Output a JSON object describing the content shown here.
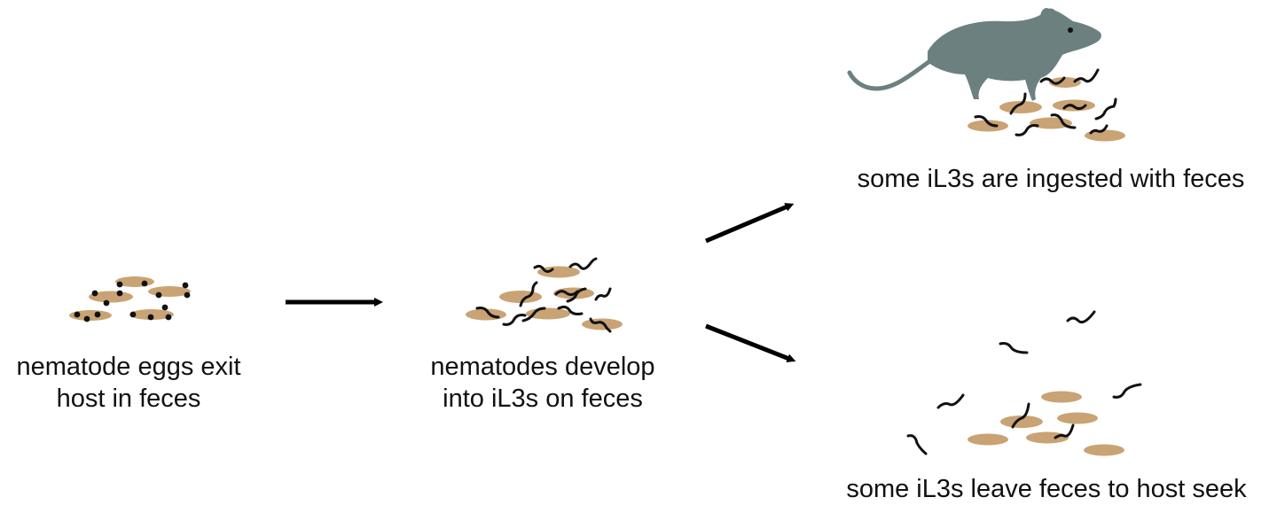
{
  "colors": {
    "feces": "#c9a374",
    "egg": "#111111",
    "worm": "#111111",
    "mouse": "#6c8080",
    "arrow": "#000000",
    "text": "#111111"
  },
  "stages": [
    {
      "id": "eggs",
      "line1": "nematode eggs exit",
      "line2": "host in feces"
    },
    {
      "id": "il3",
      "line1": "nematodes develop",
      "line2": "into iL3s on feces"
    },
    {
      "id": "ingested",
      "line1": "some iL3s are ingested with feces"
    },
    {
      "id": "host-seek",
      "line1": "some iL3s leave feces to host seek"
    }
  ],
  "icons": [
    "feces-eggs-icon",
    "feces-larvae-icon",
    "mouse-icon",
    "arrow-icon",
    "worm-icon"
  ]
}
